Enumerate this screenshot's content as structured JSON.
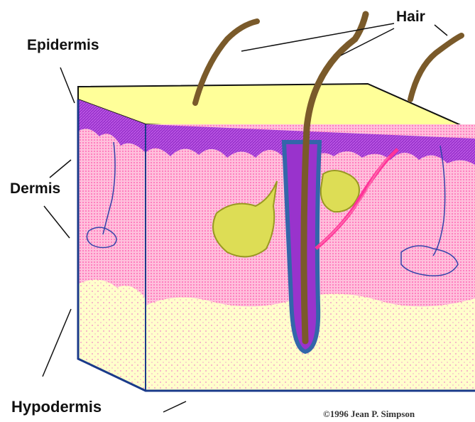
{
  "labels": {
    "hair": "Hair",
    "epidermis": "Epidermis",
    "dermis": "Dermis",
    "hypodermis": "Hypodermis",
    "copyright": "©1996 Jean P. Simpson"
  },
  "colors": {
    "epidermis_top": "#FFFF99",
    "epidermis_band": "#9933CC",
    "dermis": "#FF99CC",
    "hypodermis": "#FFFFCC",
    "hair": "#7A5A2A",
    "gland": "#DDDD55",
    "follicle_sheath": "#3366AA",
    "nerve": "#FF3399",
    "outline": "#1A3A8A"
  }
}
